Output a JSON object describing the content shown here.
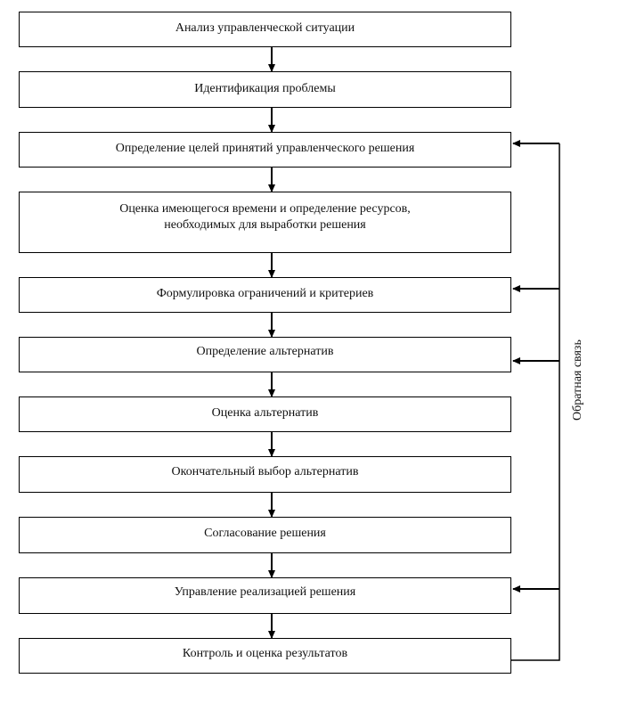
{
  "steps": [
    {
      "label": "Анализ управленческой ситуации"
    },
    {
      "label": "Идентификация проблемы"
    },
    {
      "label": "Определение целей принятий управленческого решения"
    },
    {
      "label": "Оценка имеющегося времени и определение ресурсов,\nнеобходимых для выработки решения"
    },
    {
      "label": "Формулировка ограничений и критериев"
    },
    {
      "label": "Определение альтернатив"
    },
    {
      "label": "Оценка альтернатив"
    },
    {
      "label": "Окончательный выбор альтернатив"
    },
    {
      "label": "Согласование решения"
    },
    {
      "label": "Управление реализацией решения"
    },
    {
      "label": "Контроль и оценка результатов"
    }
  ],
  "feedback": {
    "label": "Обратная связь"
  }
}
